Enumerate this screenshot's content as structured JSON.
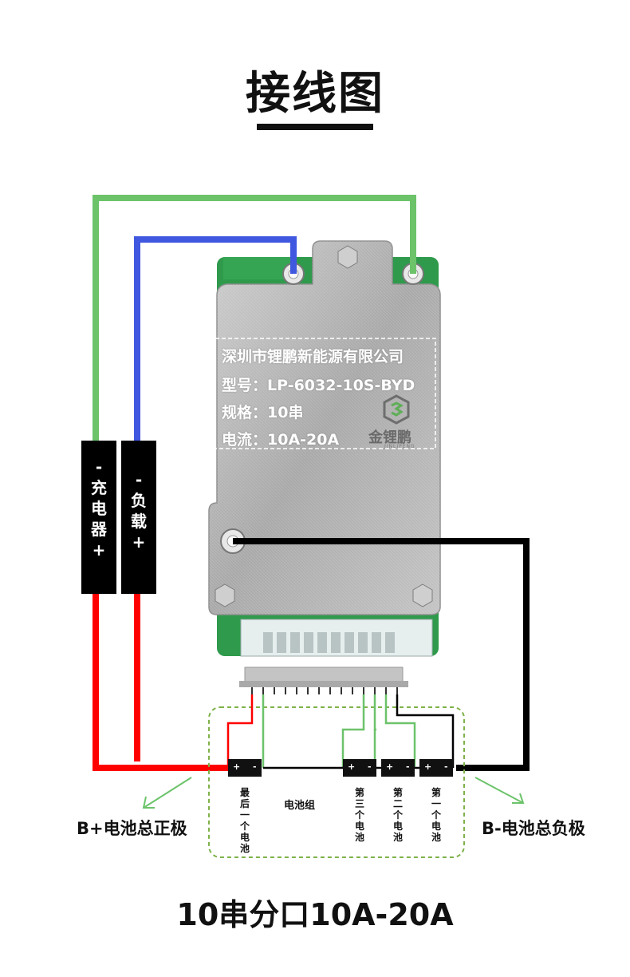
{
  "title": "接线图",
  "bottom_title": "10串分口10A-20A",
  "plate": {
    "company": "深圳市锂鹏新能源有限公司",
    "model": "型号：LP-6032-10S-BYD",
    "spec": "规格：10串",
    "current": "电流：10A-20A",
    "logo_name": "金锂鹏",
    "logo_sub": "JINLIPENG"
  },
  "charger_label": [
    "-",
    "充",
    "电",
    "器",
    "+"
  ],
  "load_label": [
    "-",
    "负",
    "载",
    "+"
  ],
  "b_plus_label": "B+电池总正极",
  "b_minus_label": "B-电池总负极",
  "battery_pack_label": "电池组",
  "cells": {
    "last": "最后一个电池",
    "third": "第三个电池",
    "second": "第二个电池",
    "first": "第一个电池"
  },
  "terminal_plus": "+",
  "terminal_minus": "-",
  "colors": {
    "green_wire": "#6cc36a",
    "blue_wire": "#4057e0",
    "red_wire": "#ff0000",
    "black_wire": "#000000",
    "board_green": "#2f9a4c",
    "plate_gray": "#b7b7b7",
    "dashed_border": "#7fb24a"
  }
}
